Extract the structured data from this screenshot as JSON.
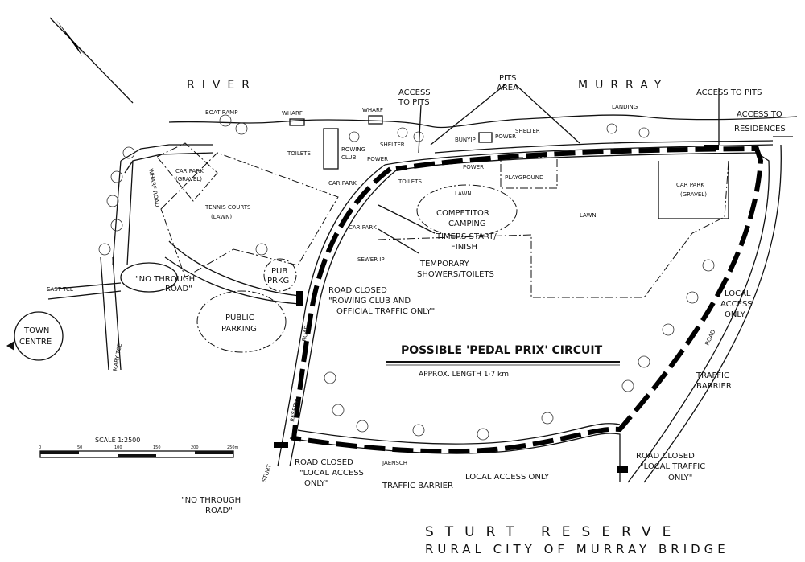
{
  "title": "STURT RESERVE",
  "subtitle": "RURAL CITY OF MURRAY BRIDGE",
  "river": [
    "RIVER",
    "MURRAY"
  ],
  "circuit": {
    "title": "POSSIBLE 'PEDAL PRIX' CIRCUIT",
    "length": "APPROX. LENGTH 1·7 km"
  },
  "scale": {
    "label": "SCALE 1:2500",
    "ticks": [
      "0",
      "50",
      "100",
      "150",
      "200",
      "250m"
    ]
  },
  "labels": {
    "boat_ramp": "BOAT RAMP",
    "wharf1": "WHARF",
    "wharf2": "WHARF",
    "access_pits_1a": "ACCESS",
    "access_pits_1b": "TO PITS",
    "pits_area_a": "PITS",
    "pits_area_b": "AREA",
    "landing": "LANDING",
    "access_pits_2": "ACCESS TO PITS",
    "access_res_a": "ACCESS TO",
    "access_res_b": "RESIDENCES",
    "toilets1": "TOILETS",
    "rowing_club_a": "ROWING",
    "rowing_club_b": "CLUB",
    "power1": "POWER",
    "shelter1": "SHELTER",
    "bunyip": "BUNYIP",
    "power2": "POWER",
    "shelter2": "SHELTER",
    "power3": "POWER",
    "car_park_gravel_a": "CAR PARK",
    "car_park_gravel_b": "(GRAVEL)",
    "tennis_a": "TENNIS COURTS",
    "tennis_b": "(LAWN)",
    "wharf_road": "WHARF ROAD",
    "car_park1": "CAR PARK",
    "toilets2": "TOILETS",
    "lawn1": "LAWN",
    "playground": "PLAYGROUND",
    "competitor_a": "COMPETITOR",
    "competitor_b": "CAMPING",
    "lawn2": "LAWN",
    "car_park_gravel2_a": "CAR PARK",
    "car_park_gravel2_b": "(GRAVEL)",
    "car_park2": "CAR PARK",
    "timers_a": "TIMERS START/",
    "timers_b": "FINISH",
    "sewer": "SEWER IP",
    "showers_a": "TEMPORARY",
    "showers_b": "SHOWERS/TOILETS",
    "no_through1_a": "\"NO THROUGH",
    "no_through1_b": "ROAD\"",
    "east_tce": "EAST TCE",
    "pub_prkg_a": "PUB",
    "pub_prkg_b": "PRKG",
    "road_closed1_a": "ROAD CLOSED",
    "road_closed1_b": "\"ROWING CLUB AND",
    "road_closed1_c": "OFFICIAL TRAFFIC ONLY\"",
    "public_parking_a": "PUBLIC",
    "public_parking_b": "PARKING",
    "town_centre_a": "TOWN",
    "town_centre_b": "CENTRE",
    "mary_tce": "MARY TCE",
    "road1": "ROAD",
    "reserve": "RESERVE",
    "sturt": "STURT",
    "local_access_a": "LOCAL",
    "local_access_b": "ACCESS",
    "local_access_c": "ONLY",
    "road2": "ROAD",
    "traffic_barrier1_a": "TRAFFIC",
    "traffic_barrier1_b": "BARRIER",
    "road_closed2_a": "ROAD CLOSED",
    "road_closed2_b": "\"LOCAL ACCESS",
    "road_closed2_c": "ONLY\"",
    "jaensch": "JAENSCH",
    "traffic_barrier2": "TRAFFIC BARRIER",
    "local_access_only": "LOCAL ACCESS ONLY",
    "road_closed3_a": "ROAD CLOSED",
    "road_closed3_b": "\"LOCAL TRAFFIC",
    "road_closed3_c": "ONLY\"",
    "no_through2_a": "\"NO THROUGH",
    "no_through2_b": "ROAD\""
  }
}
